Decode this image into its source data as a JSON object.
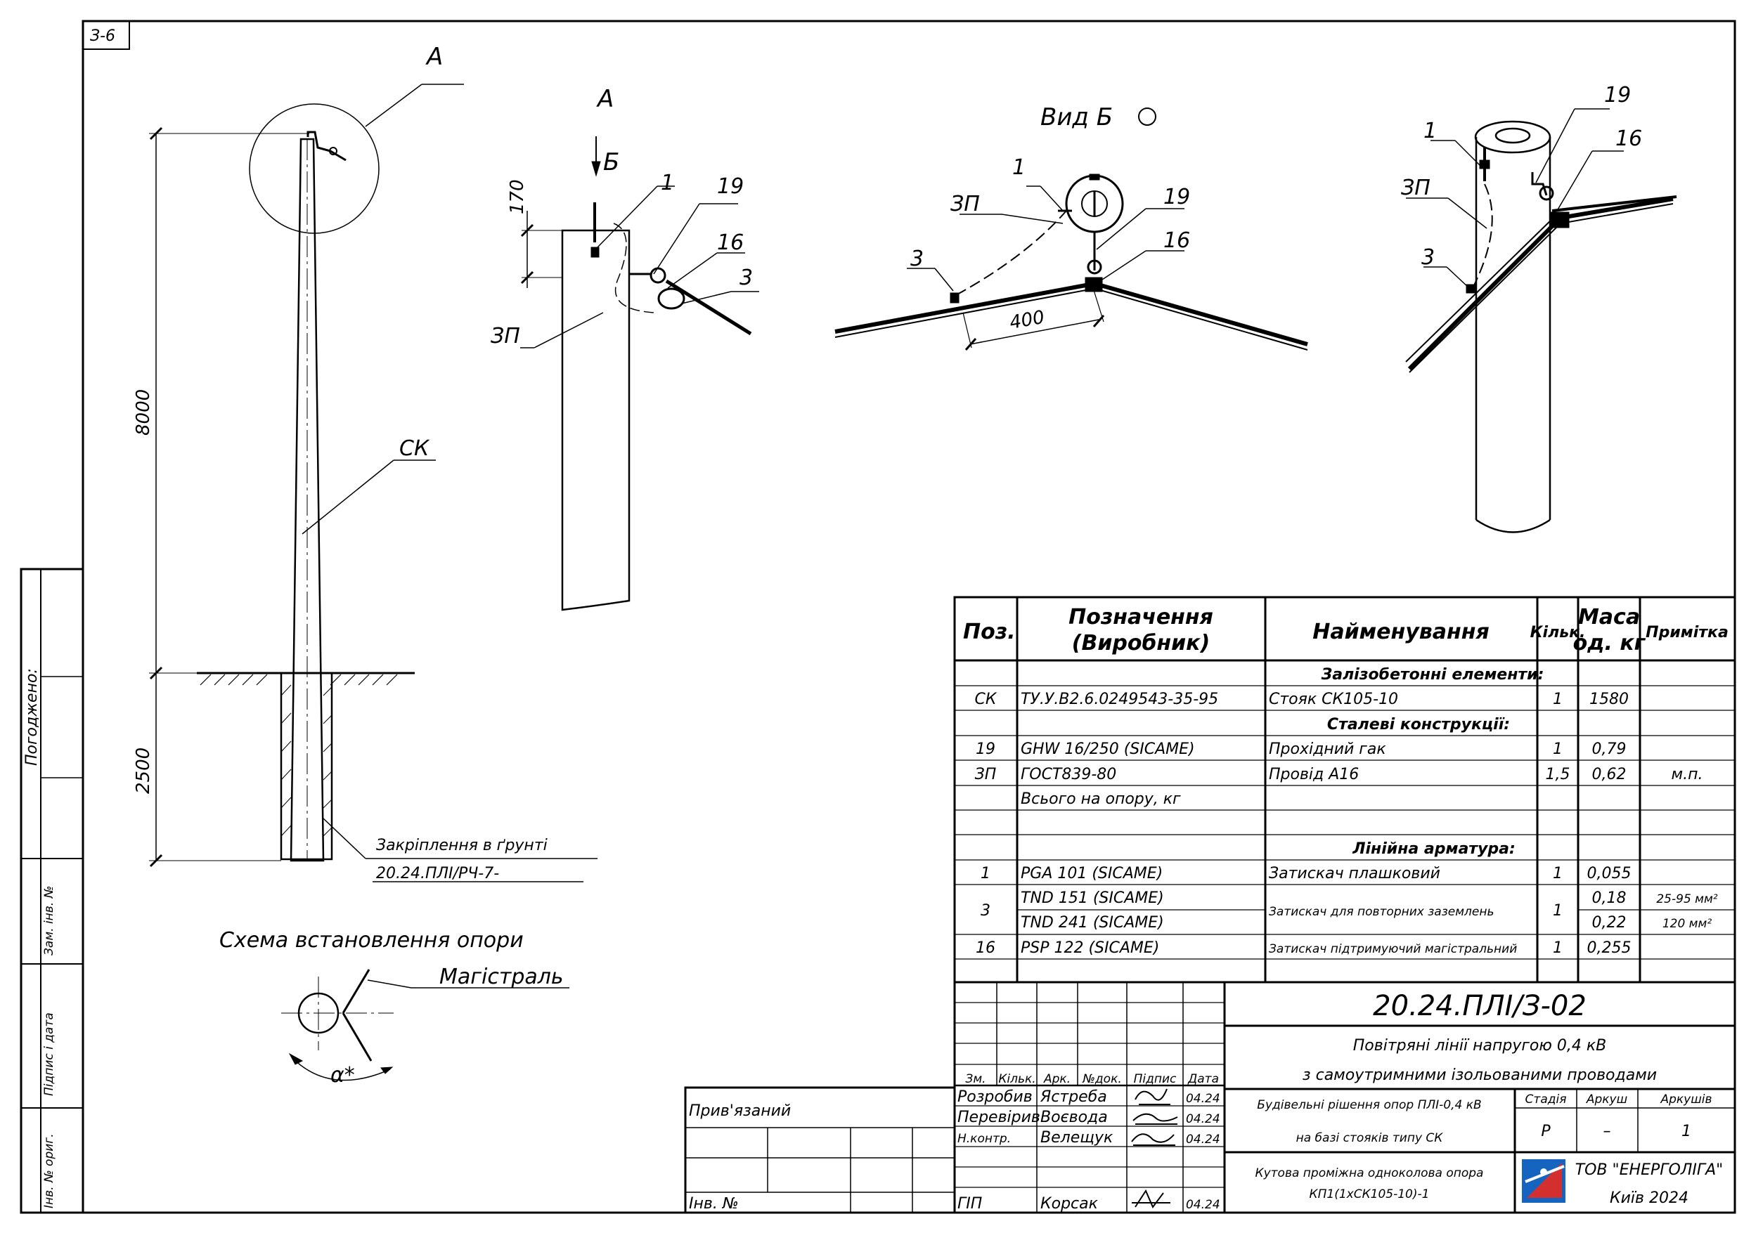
{
  "sheet": {
    "sheet_tag": "З-6",
    "side_labels": [
      "Погоджено:",
      "Зам. інв. №",
      "Підпис і дата",
      "Інв. № ориг."
    ]
  },
  "drawing": {
    "callout_A": "А",
    "view_A_title": "А",
    "arrow_B": "Б",
    "view_B_title": "Вид Б",
    "dim_8000": "8000",
    "dim_2500": "2500",
    "dim_170": "170",
    "dim_400": "400",
    "label_SK": "СК",
    "label_1": "1",
    "label_19": "19",
    "label_16": "16",
    "label_3": "3",
    "label_ZP": "ЗП",
    "ground_fixing_line1": "Закріплення в ґрунті",
    "ground_fixing_line2": "20.24.ПЛІ/РЧ-7-",
    "scheme_title": "Схема встановлення опори",
    "magistral": "Магістраль",
    "alpha": "α*"
  },
  "spec_table": {
    "headers": {
      "pos": "Поз.",
      "designation_1": "Позначення",
      "designation_2": "(Виробник)",
      "name": "Найменування",
      "qty": "Кільк.",
      "mass_1": "Маса",
      "mass_2": "од. кг",
      "note": "Примітка"
    },
    "sections": {
      "concrete": "Залізобетонні елементи:",
      "steel": "Сталеві конструкції:",
      "fittings": "Лінійна арматура:"
    },
    "rows": [
      {
        "pos": "СК",
        "designation": "ТУ.У.В2.6.0249543-35-95",
        "name": "Стояк СК105-10",
        "qty": "1",
        "mass": "1580",
        "note": ""
      },
      {
        "pos": "19",
        "designation": "GHW 16/250   (SICAME)",
        "name": "Прохідний гак",
        "qty": "1",
        "mass": "0,79",
        "note": ""
      },
      {
        "pos": "ЗП",
        "designation": "ГОСТ839-80",
        "name": "Провід А16",
        "qty": "1,5",
        "mass": "0,62",
        "note": "м.п."
      },
      {
        "pos": "",
        "designation": "Всього на опору, кг",
        "name": "",
        "qty": "",
        "mass": "",
        "note": ""
      },
      {
        "pos": "1",
        "designation": "PGA  101   (SICAME)",
        "name": "Затискач плашковий",
        "qty": "1",
        "mass": "0,055",
        "note": ""
      },
      {
        "pos": "",
        "designation": "TND  151   (SICAME)",
        "name": "",
        "qty": "",
        "mass": "0,18",
        "note": "25-95 мм²"
      },
      {
        "pos": "3",
        "designation": "",
        "name": "Затискач для повторних заземлень",
        "qty": "1",
        "mass": "",
        "note": ""
      },
      {
        "pos": "",
        "designation": "TND  241   (SICAME)",
        "name": "",
        "qty": "",
        "mass": "0,22",
        "note": "120 мм²"
      },
      {
        "pos": "16",
        "designation": "PSP  122   (SICAME)",
        "name": "Затискач підтримуючий магістральний",
        "qty": "1",
        "mass": "0,255",
        "note": ""
      }
    ]
  },
  "title_block": {
    "code": "20.24.ПЛІ/З-02",
    "title_line1": "Повітряні лінії напругою 0,4 кВ",
    "title_line2": "з самоутримними ізольованими проводами",
    "part_line1": "Будівельні рішення опор ПЛІ-0,4 кВ",
    "part_line2": "на базі стояків типу СК",
    "sheet_line1": "Кутова проміжна одноколова опора",
    "sheet_line2": "КП1(1хСК105-10)-1",
    "col_headers": [
      "Зм.",
      "Кільк.",
      "Арк.",
      "№док.",
      "Підпис",
      "Дата"
    ],
    "stage_label": "Стадія",
    "sheet_label": "Аркуш",
    "sheets_label": "Аркушів",
    "stage": "Р",
    "sheet": "–",
    "sheets": "1",
    "company": "ТОВ \"ЕНЕРГОЛІГА\"",
    "city": "Київ 2024",
    "linked": "Прив'язаний",
    "inv_no": "Інв. №",
    "people": [
      {
        "role": "Розробив",
        "name": "Ястреба",
        "date": "04.24"
      },
      {
        "role": "Перевірив",
        "name": "Воєвода",
        "date": "04.24"
      },
      {
        "role": "Н.контр.",
        "name": "Велещук",
        "date": "04.24"
      },
      {
        "role": "ГІП",
        "name": "Корсак",
        "date": "04.24"
      }
    ],
    "colors": {
      "logo_blue": "#1565c0",
      "logo_red": "#d32f2f"
    }
  }
}
